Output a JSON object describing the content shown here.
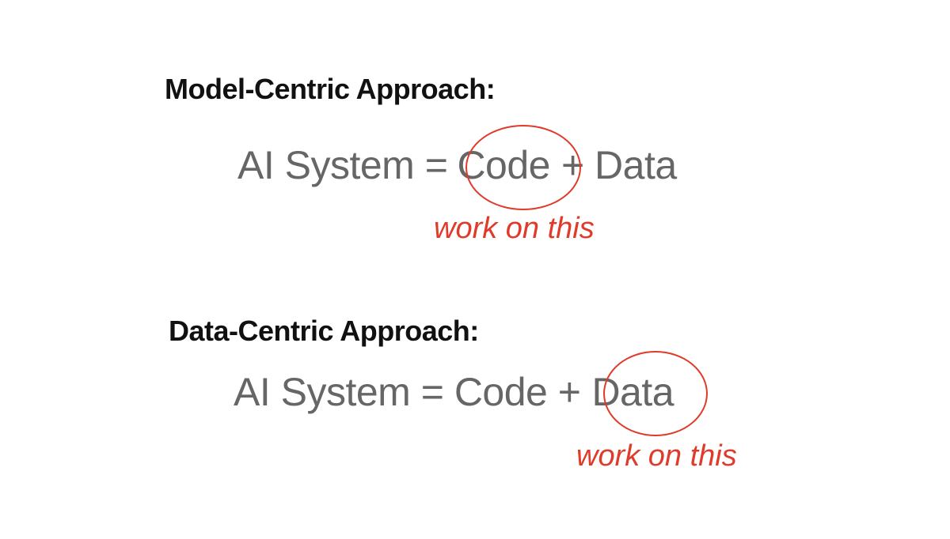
{
  "model_centric": {
    "heading": "Model-Centric Approach:",
    "equation": {
      "left": "AI System =",
      "highlight": "Code",
      "right": "+ Data"
    },
    "note": "work on this"
  },
  "data_centric": {
    "heading": "Data-Centric Approach:",
    "equation": {
      "left": "AI System = Code +",
      "highlight": "Data",
      "right": ""
    },
    "note": "work on this"
  },
  "colors": {
    "heading": "#111111",
    "equation": "#666666",
    "accent": "#e03a2a",
    "background": "#ffffff"
  }
}
